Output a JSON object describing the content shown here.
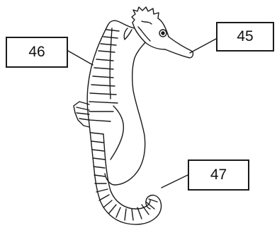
{
  "labels": {
    "head": "45",
    "body": "46",
    "tail": "47"
  },
  "colors": {
    "line": "#1a1a1a",
    "background": "#ffffff"
  }
}
